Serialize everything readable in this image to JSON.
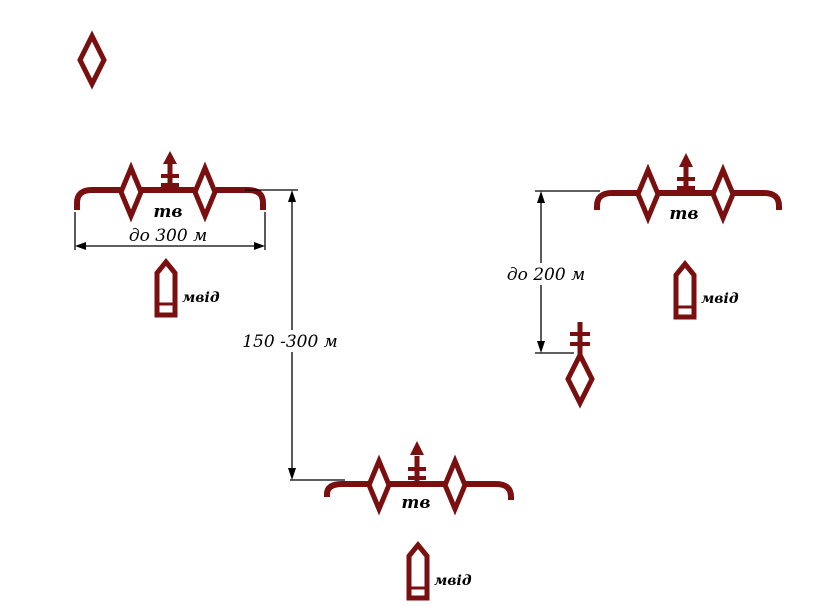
{
  "colors": {
    "symbol": "#7a0f10",
    "dimension": "#000000",
    "background": "#ffffff"
  },
  "labels": {
    "platoon_1": {
      "tv": "тв",
      "mvid": "мвід",
      "width": "до 300 м"
    },
    "platoon_2": {
      "tv": "тв",
      "mvid": "мвід"
    },
    "platoon_3": {
      "tv": "тв",
      "mvid": "мвід"
    },
    "gap_vertical": "150 -300 м",
    "gap_right": "до 200 м"
  },
  "icons": {
    "command_post": "diamond-icon",
    "platoon": "platoon-line-icon",
    "weapon": "mvid-weapon-icon",
    "observation_post": "observation-post-icon"
  }
}
